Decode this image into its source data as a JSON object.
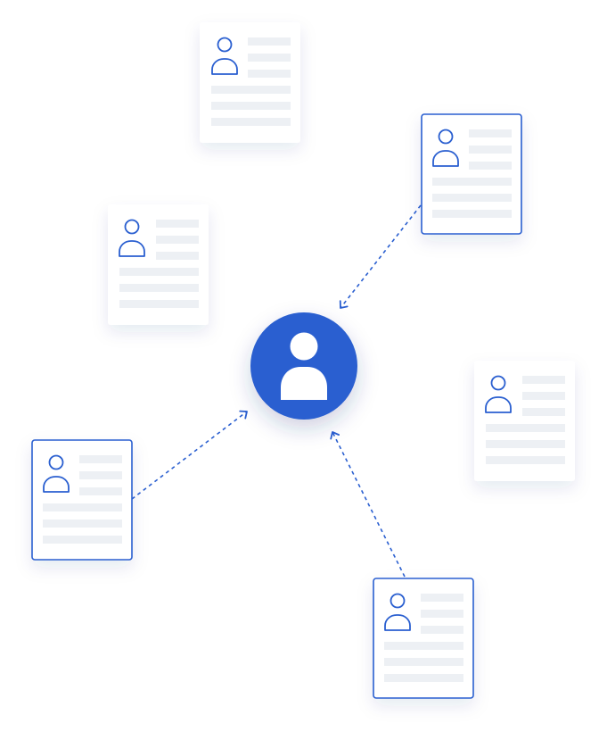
{
  "diagram": {
    "hub": {
      "icon": "user-avatar-icon",
      "fill_color": "#2a5fd0",
      "figure_color": "#ffffff"
    },
    "cards": [
      {
        "id": "card-top",
        "icon": "user-icon",
        "state": "inactive"
      },
      {
        "id": "card-right-upper",
        "icon": "user-icon",
        "state": "active"
      },
      {
        "id": "card-left-upper",
        "icon": "user-icon",
        "state": "inactive"
      },
      {
        "id": "card-right-middle",
        "icon": "user-icon",
        "state": "inactive"
      },
      {
        "id": "card-left-lower",
        "icon": "user-icon",
        "state": "active"
      },
      {
        "id": "card-bottom",
        "icon": "user-icon",
        "state": "active"
      }
    ],
    "connections": [
      {
        "from": "card-right-upper",
        "to": "hub",
        "style": "dashed-arrow"
      },
      {
        "from": "card-left-lower",
        "to": "hub",
        "style": "dashed-arrow"
      },
      {
        "from": "card-bottom",
        "to": "hub",
        "style": "dashed-arrow"
      }
    ],
    "colors": {
      "accent": "#2a5fd0",
      "placeholder_line": "#edf0f4",
      "card_background": "#ffffff"
    }
  }
}
